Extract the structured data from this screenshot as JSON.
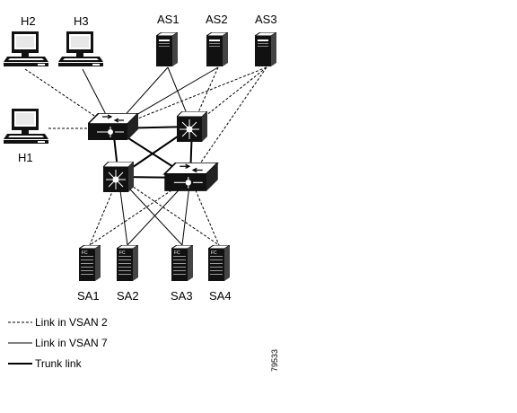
{
  "hosts": [
    {
      "id": "H2",
      "label": "H2",
      "icon": "workstation-icon"
    },
    {
      "id": "H3",
      "label": "H3",
      "icon": "workstation-icon"
    },
    {
      "id": "H1",
      "label": "H1",
      "icon": "workstation-icon"
    }
  ],
  "servers": [
    {
      "id": "AS1",
      "label": "AS1",
      "icon": "server-tower-icon"
    },
    {
      "id": "AS2",
      "label": "AS2",
      "icon": "server-tower-icon"
    },
    {
      "id": "AS3",
      "label": "AS3",
      "icon": "server-tower-icon"
    }
  ],
  "switches": [
    {
      "id": "SW-A",
      "icon": "fabric-switch-icon"
    },
    {
      "id": "SW-B",
      "icon": "director-switch-icon"
    },
    {
      "id": "SW-C",
      "icon": "director-switch-icon"
    },
    {
      "id": "SW-D",
      "icon": "fabric-switch-icon"
    }
  ],
  "storage": [
    {
      "id": "SA1",
      "label": "SA1",
      "badge": "FC",
      "icon": "fc-storage-array-icon"
    },
    {
      "id": "SA2",
      "label": "SA2",
      "badge": "FC",
      "icon": "fc-storage-array-icon"
    },
    {
      "id": "SA3",
      "label": "SA3",
      "badge": "FC",
      "icon": "fc-storage-array-icon"
    },
    {
      "id": "SA4",
      "label": "SA4",
      "badge": "FC",
      "icon": "fc-storage-array-icon"
    }
  ],
  "links": [
    {
      "from": "H2",
      "to": "SW-A",
      "type": "vsan2"
    },
    {
      "from": "H3",
      "to": "SW-A",
      "type": "vsan7"
    },
    {
      "from": "H1",
      "to": "SW-A",
      "type": "vsan2"
    },
    {
      "from": "AS1",
      "to": "SW-A",
      "type": "vsan7"
    },
    {
      "from": "AS1",
      "to": "SW-B",
      "type": "vsan7"
    },
    {
      "from": "AS2",
      "to": "SW-A",
      "type": "vsan7"
    },
    {
      "from": "AS2",
      "to": "SW-B",
      "type": "vsan2"
    },
    {
      "from": "AS3",
      "to": "SW-A",
      "type": "vsan2"
    },
    {
      "from": "AS3",
      "to": "SW-B",
      "type": "vsan2"
    },
    {
      "from": "AS3",
      "to": "SW-D",
      "type": "vsan2"
    },
    {
      "from": "SW-A",
      "to": "SW-B",
      "type": "trunk"
    },
    {
      "from": "SW-A",
      "to": "SW-C",
      "type": "trunk"
    },
    {
      "from": "SW-A",
      "to": "SW-D",
      "type": "trunk"
    },
    {
      "from": "SW-B",
      "to": "SW-C",
      "type": "trunk"
    },
    {
      "from": "SW-B",
      "to": "SW-D",
      "type": "trunk"
    },
    {
      "from": "SW-C",
      "to": "SW-D",
      "type": "trunk"
    },
    {
      "from": "SW-C",
      "to": "SA1",
      "type": "vsan2"
    },
    {
      "from": "SW-C",
      "to": "SA2",
      "type": "vsan7"
    },
    {
      "from": "SW-C",
      "to": "SA3",
      "type": "vsan7"
    },
    {
      "from": "SW-C",
      "to": "SA4",
      "type": "vsan2"
    },
    {
      "from": "SW-D",
      "to": "SA1",
      "type": "vsan2"
    },
    {
      "from": "SW-D",
      "to": "SA2",
      "type": "vsan7"
    },
    {
      "from": "SW-D",
      "to": "SA3",
      "type": "vsan7"
    },
    {
      "from": "SW-D",
      "to": "SA4",
      "type": "vsan2"
    }
  ],
  "legend": {
    "vsan2": "Link in VSAN 2",
    "vsan7": "Link in VSAN 7",
    "trunk": "Trunk link"
  },
  "figure_id": "79533"
}
